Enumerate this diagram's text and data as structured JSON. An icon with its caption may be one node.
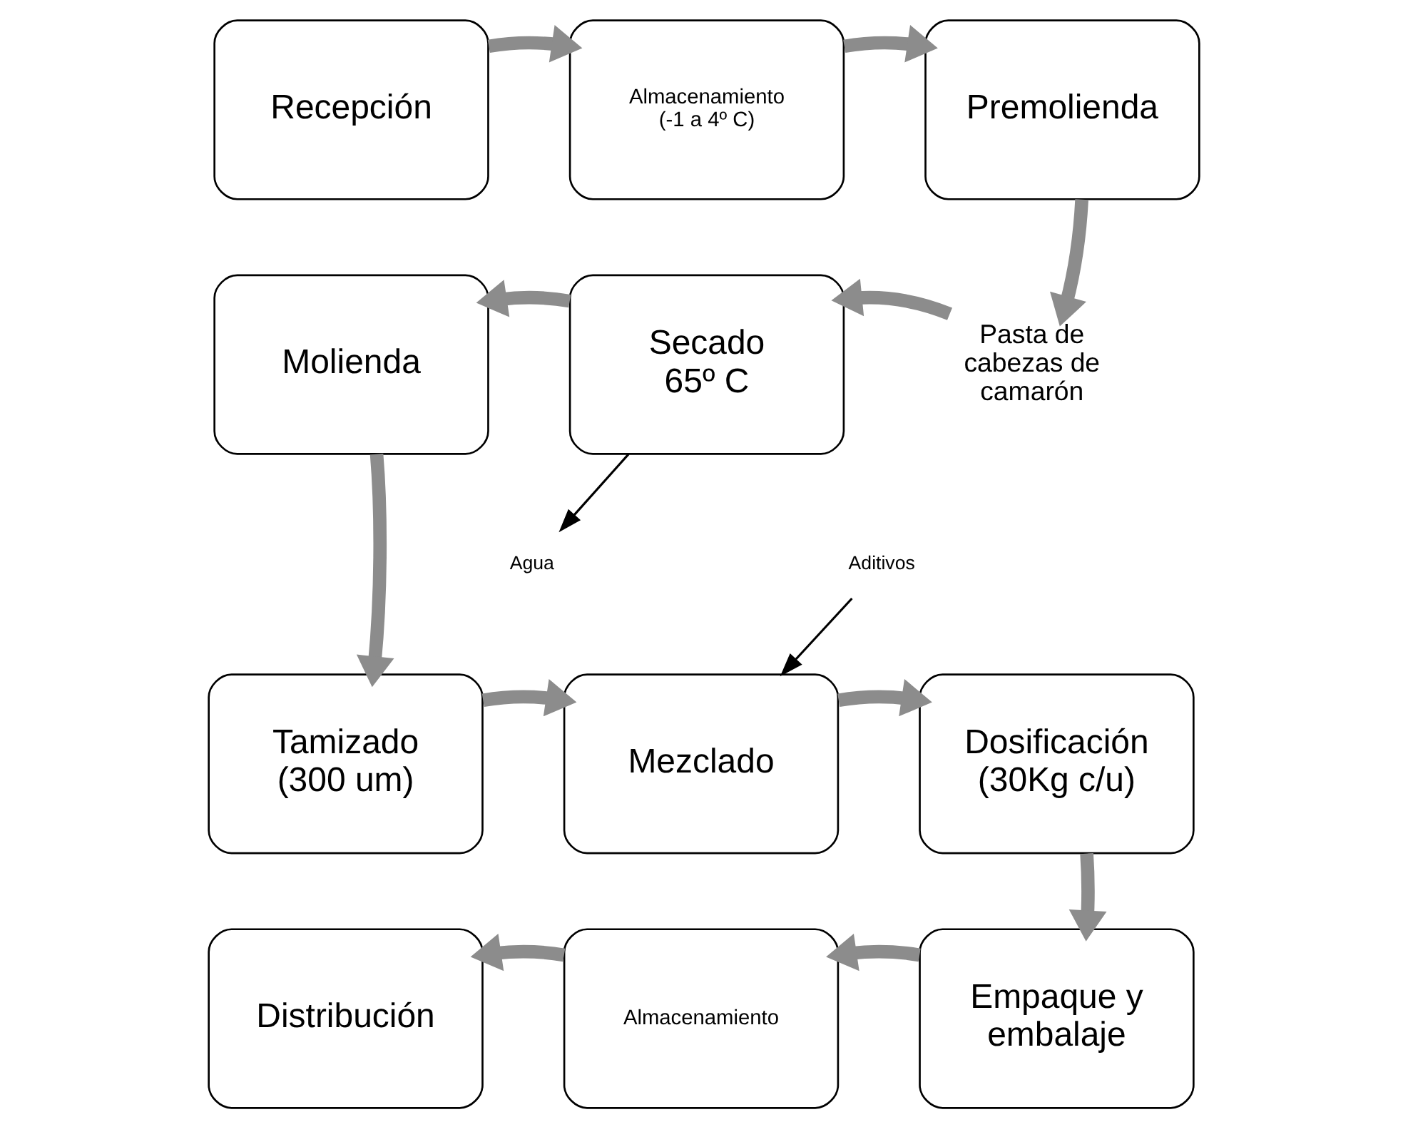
{
  "diagram": {
    "nodes": [
      {
        "text": [
          "Recepción"
        ]
      },
      {
        "text": [
          "Almacenamiento (-1 a 4º C)"
        ]
      },
      {
        "text": [
          "Premolienda"
        ]
      },
      {
        "text": [
          "Pasta de cabezas de camarón"
        ]
      },
      {
        "text": [
          "Secado 65º C"
        ]
      },
      {
        "text": [
          "Molienda"
        ]
      },
      {
        "text": [
          "Aditivos"
        ]
      },
      {
        "text": [
          "Agua"
        ]
      },
      {
        "text": [
          "Tamizado (300 um)"
        ]
      },
      {
        "text": [
          "Mezclado"
        ]
      },
      {
        "text": [
          "Dosificación (30Kg c/u)"
        ]
      },
      {
        "text": [
          "Empaque y embalaje"
        ]
      },
      {
        "text": [
          "Almacenamiento"
        ]
      },
      {
        "text": [
          "Distribución"
        ]
      }
    ],
    "edges": [
      {
        "from": 0,
        "to": 1,
        "arrow": "to"
      },
      {
        "from": 1,
        "to": 2,
        "arrow": "to"
      },
      {
        "from": 2,
        "to": 3,
        "arrow": "to"
      },
      {
        "from": 3,
        "to": 4,
        "arrow": "to"
      },
      {
        "from": 4,
        "to": 5,
        "arrow": "to"
      },
      {
        "from": 4,
        "to": 7,
        "arrow": "to",
        "color": "#000000"
      },
      {
        "from": 5,
        "to": 8,
        "arrow": "to"
      },
      {
        "from": 6,
        "to": 9,
        "arrow": "to",
        "color": "#000000"
      },
      {
        "from": 8,
        "to": 9,
        "arrow": "to"
      },
      {
        "from": 9,
        "to": 10,
        "arrow": "to"
      },
      {
        "from": 10,
        "to": 11,
        "arrow": "to"
      },
      {
        "from": 11,
        "to": 12,
        "arrow": "to"
      },
      {
        "from": 12,
        "to": 13,
        "arrow": "to"
      }
    ]
  }
}
